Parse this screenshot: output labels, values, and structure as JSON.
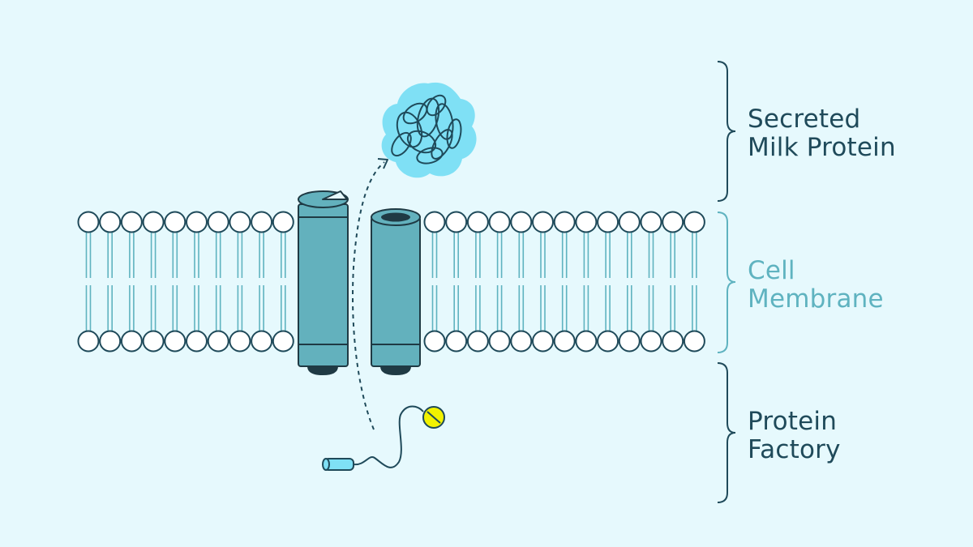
{
  "labels": {
    "secreted": {
      "line1": "Secreted",
      "line2": "Milk Protein"
    },
    "membrane": {
      "line1": "Cell",
      "line2": "Membrane"
    },
    "factory": {
      "line1": "Protein",
      "line2": "Factory"
    }
  },
  "colors": {
    "background": "#e6f9fd",
    "dark_stroke": "#1f4a5a",
    "membrane_teal": "#5fb3c0",
    "channel_fill": "#63b1bd",
    "channel_base": "#1f3a44",
    "protein_blob": "#7fe0f5",
    "peptide_capsule": "#7fe0f5",
    "peptide_bead": "#f2f200"
  },
  "icons": {
    "secreted_protein": "folded-protein-icon",
    "channel": "membrane-channel-icon",
    "peptide": "peptide-chain-icon"
  }
}
